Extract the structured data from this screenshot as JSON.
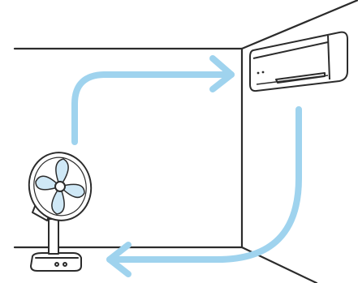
{
  "scene": {
    "room": "room-corner",
    "air_conditioner": "air-conditioner-icon",
    "fan": "electric-fan-icon",
    "airflow": [
      "airflow-arrow-up-right",
      "airflow-arrow-down-left"
    ]
  },
  "colors": {
    "line": "#2b2b2b",
    "airflow": "#9fd3ee",
    "fan_blade": "#cfe8f6",
    "ac_body": "#ffffff",
    "background": "#ffffff"
  }
}
